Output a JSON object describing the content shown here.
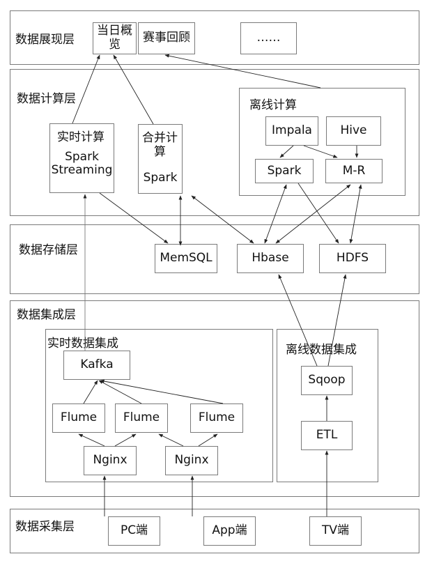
{
  "layers": {
    "presentation": {
      "label": "数据展现层",
      "nodes": [
        "当日概览",
        "赛事回顾",
        "……"
      ]
    },
    "computation": {
      "label": "数据计算层",
      "realtime": {
        "title": "实时计算",
        "engine_line1": "Spark",
        "engine_line2": "Streaming"
      },
      "merged": {
        "title": "合并计算",
        "engine": "Spark"
      },
      "offline": {
        "title": "离线计算",
        "nodes": {
          "impala": "Impala",
          "hive": "Hive",
          "spark": "Spark",
          "mr": "M-R"
        }
      }
    },
    "storage": {
      "label": "数据存储层",
      "nodes": {
        "memsql": "MemSQL",
        "hbase": "Hbase",
        "hdfs": "HDFS"
      }
    },
    "integration": {
      "label": "数据集成层",
      "realtime": {
        "title": "实时数据集成",
        "kafka": "Kafka",
        "flumes": [
          "Flume",
          "Flume",
          "Flume"
        ],
        "nginx": [
          "Nginx",
          "Nginx"
        ]
      },
      "offline": {
        "title": "离线数据集成",
        "sqoop": "Sqoop",
        "etl": "ETL"
      }
    },
    "collection": {
      "label": "数据采集层",
      "nodes": [
        "PC端",
        "App端",
        "TV端"
      ]
    }
  },
  "colors": {
    "border": "#7a7a7a",
    "line": "#222222",
    "background": "#ffffff"
  }
}
